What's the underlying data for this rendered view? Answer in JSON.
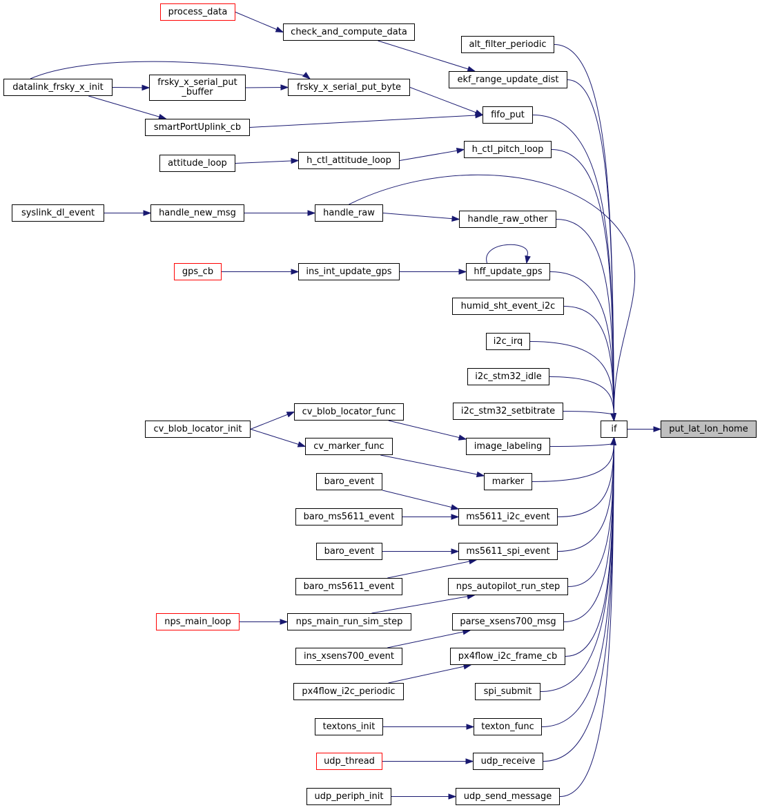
{
  "colors": {
    "edge": "#191970",
    "node_border": "#000000",
    "external_border": "#ff0000",
    "root_fill": "#bfbfbf",
    "background": "#ffffff"
  },
  "nodes": {
    "process_data": "process_data",
    "check_and_compute_data": "check_and_compute_data",
    "alt_filter_periodic": "alt_filter_periodic",
    "datalink_frsky_x_init": "datalink_frsky_x_init",
    "frsky_x_serial_put_buffer": "frsky_x_serial_put\n_buffer",
    "frsky_x_serial_put_byte": "frsky_x_serial_put_byte",
    "ekf_range_update_dist": "ekf_range_update_dist",
    "smartPortUplink_cb": "smartPortUplink_cb",
    "fifo_put": "fifo_put",
    "attitude_loop": "attitude_loop",
    "h_ctl_attitude_loop": "h_ctl_attitude_loop",
    "h_ctl_pitch_loop": "h_ctl_pitch_loop",
    "syslink_dl_event": "syslink_dl_event",
    "handle_new_msg": "handle_new_msg",
    "handle_raw": "handle_raw",
    "handle_raw_other": "handle_raw_other",
    "gps_cb": "gps_cb",
    "ins_int_update_gps": "ins_int_update_gps",
    "hff_update_gps": "hff_update_gps",
    "humid_sht_event_i2c": "humid_sht_event_i2c",
    "i2c_irq": "i2c_irq",
    "i2c_stm32_idle": "i2c_stm32_idle",
    "i2c_stm32_setbitrate": "i2c_stm32_setbitrate",
    "cv_blob_locator_func": "cv_blob_locator_func",
    "cv_blob_locator_init": "cv_blob_locator_init",
    "cv_marker_func": "cv_marker_func",
    "image_labeling": "image_labeling",
    "if": "if",
    "put_lat_lon_home": "put_lat_lon_home",
    "marker": "marker",
    "baro_event_1": "baro_event",
    "baro_ms5611_event_1": "baro_ms5611_event",
    "ms5611_i2c_event": "ms5611_i2c_event",
    "baro_event_2": "baro_event",
    "ms5611_spi_event": "ms5611_spi_event",
    "baro_ms5611_event_2": "baro_ms5611_event",
    "nps_autopilot_run_step": "nps_autopilot_run_step",
    "nps_main_loop": "nps_main_loop",
    "nps_main_run_sim_step": "nps_main_run_sim_step",
    "parse_xsens700_msg": "parse_xsens700_msg",
    "ins_xsens700_event": "ins_xsens700_event",
    "px4flow_i2c_frame_cb": "px4flow_i2c_frame_cb",
    "px4flow_i2c_periodic": "px4flow_i2c_periodic",
    "spi_submit": "spi_submit",
    "textons_init": "textons_init",
    "texton_func": "texton_func",
    "udp_thread": "udp_thread",
    "udp_receive": "udp_receive",
    "udp_periph_init": "udp_periph_init",
    "udp_send_message": "udp_send_message"
  },
  "edges": [
    [
      "process_data",
      "check_and_compute_data"
    ],
    [
      "check_and_compute_data",
      "ekf_range_update_dist"
    ],
    [
      "datalink_frsky_x_init",
      "frsky_x_serial_put_buffer"
    ],
    [
      "datalink_frsky_x_init",
      "frsky_x_serial_put_byte"
    ],
    [
      "datalink_frsky_x_init",
      "smartPortUplink_cb"
    ],
    [
      "frsky_x_serial_put_buffer",
      "frsky_x_serial_put_byte"
    ],
    [
      "frsky_x_serial_put_byte",
      "fifo_put"
    ],
    [
      "smartPortUplink_cb",
      "fifo_put"
    ],
    [
      "attitude_loop",
      "h_ctl_attitude_loop"
    ],
    [
      "h_ctl_attitude_loop",
      "h_ctl_pitch_loop"
    ],
    [
      "syslink_dl_event",
      "handle_new_msg"
    ],
    [
      "handle_new_msg",
      "handle_raw"
    ],
    [
      "handle_raw",
      "handle_raw_other"
    ],
    [
      "handle_raw",
      "if"
    ],
    [
      "gps_cb",
      "ins_int_update_gps"
    ],
    [
      "ins_int_update_gps",
      "hff_update_gps"
    ],
    [
      "hff_update_gps",
      "hff_update_gps"
    ],
    [
      "cv_blob_locator_init",
      "cv_blob_locator_func"
    ],
    [
      "cv_blob_locator_init",
      "cv_marker_func"
    ],
    [
      "cv_blob_locator_func",
      "image_labeling"
    ],
    [
      "cv_marker_func",
      "marker"
    ],
    [
      "baro_event_1",
      "ms5611_i2c_event"
    ],
    [
      "baro_ms5611_event_1",
      "ms5611_i2c_event"
    ],
    [
      "baro_event_2",
      "ms5611_spi_event"
    ],
    [
      "baro_ms5611_event_2",
      "ms5611_spi_event"
    ],
    [
      "nps_main_loop",
      "nps_main_run_sim_step"
    ],
    [
      "nps_main_run_sim_step",
      "nps_autopilot_run_step"
    ],
    [
      "ins_xsens700_event",
      "parse_xsens700_msg"
    ],
    [
      "px4flow_i2c_periodic",
      "px4flow_i2c_frame_cb"
    ],
    [
      "textons_init",
      "texton_func"
    ],
    [
      "udp_thread",
      "udp_receive"
    ],
    [
      "udp_periph_init",
      "udp_send_message"
    ],
    [
      "alt_filter_periodic",
      "if"
    ],
    [
      "ekf_range_update_dist",
      "if"
    ],
    [
      "fifo_put",
      "if"
    ],
    [
      "h_ctl_pitch_loop",
      "if"
    ],
    [
      "handle_raw_other",
      "if"
    ],
    [
      "hff_update_gps",
      "if"
    ],
    [
      "humid_sht_event_i2c",
      "if"
    ],
    [
      "i2c_irq",
      "if"
    ],
    [
      "i2c_stm32_idle",
      "if"
    ],
    [
      "i2c_stm32_setbitrate",
      "if"
    ],
    [
      "image_labeling",
      "if"
    ],
    [
      "marker",
      "if"
    ],
    [
      "ms5611_i2c_event",
      "if"
    ],
    [
      "ms5611_spi_event",
      "if"
    ],
    [
      "nps_autopilot_run_step",
      "if"
    ],
    [
      "parse_xsens700_msg",
      "if"
    ],
    [
      "px4flow_i2c_frame_cb",
      "if"
    ],
    [
      "spi_submit",
      "if"
    ],
    [
      "texton_func",
      "if"
    ],
    [
      "udp_receive",
      "if"
    ],
    [
      "udp_send_message",
      "if"
    ],
    [
      "if",
      "put_lat_lon_home"
    ]
  ]
}
